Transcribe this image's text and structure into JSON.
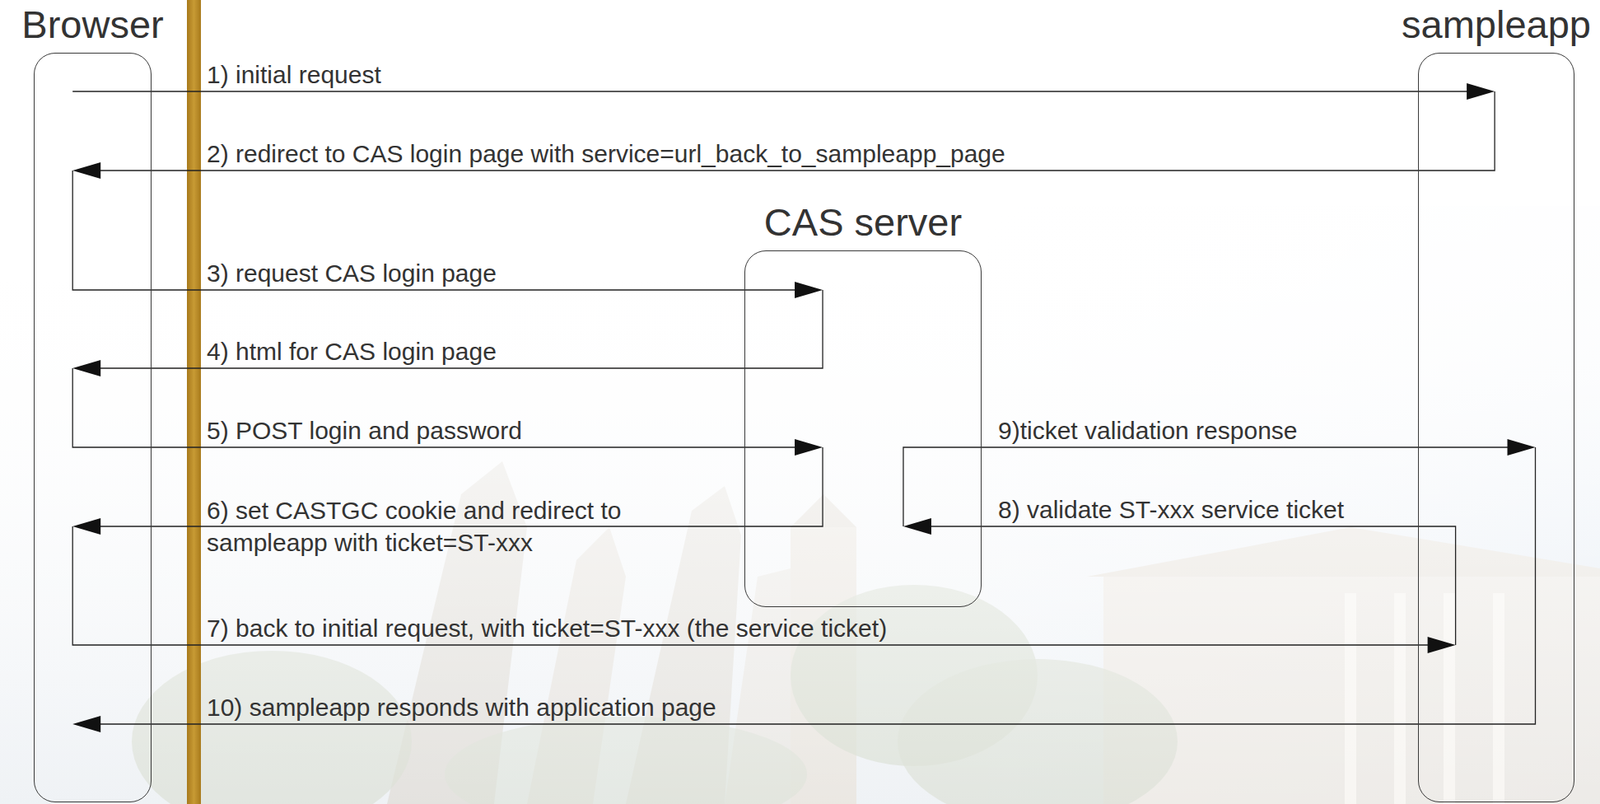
{
  "diagram": {
    "nodes": [
      {
        "text": [
          "Browser"
        ]
      },
      {
        "text": [
          "sampleapp"
        ]
      },
      {
        "text": [
          "CAS server"
        ]
      }
    ],
    "edges": [
      {
        "from": 0,
        "to": 1,
        "arrow": "to",
        "label": "1) initial request"
      },
      {
        "from": 1,
        "to": 0,
        "arrow": "to",
        "label": "2) redirect to CAS login page with service=url_back_to_sampleapp_page"
      },
      {
        "from": 0,
        "to": 2,
        "arrow": "to",
        "label": "3) request CAS login page"
      },
      {
        "from": 2,
        "to": 0,
        "arrow": "to",
        "label": "4) html for CAS login page"
      },
      {
        "from": 0,
        "to": 2,
        "arrow": "to",
        "label": "5) POST login and password"
      },
      {
        "from": 2,
        "to": 0,
        "arrow": "to",
        "label": "6) set CASTGC cookie and redirect to sampleapp with ticket=ST-xxx"
      },
      {
        "from": 0,
        "to": 1,
        "arrow": "to",
        "label": "7) back to initial request, with ticket=ST-xxx (the service ticket)"
      },
      {
        "from": 1,
        "to": 2,
        "arrow": "to",
        "label": "8) validate ST-xxx service ticket"
      },
      {
        "from": 2,
        "to": 1,
        "arrow": "to",
        "label": "9)ticket validation response"
      },
      {
        "from": 1,
        "to": 0,
        "arrow": "to",
        "label": "10) sampleapp responds with application page"
      }
    ]
  }
}
